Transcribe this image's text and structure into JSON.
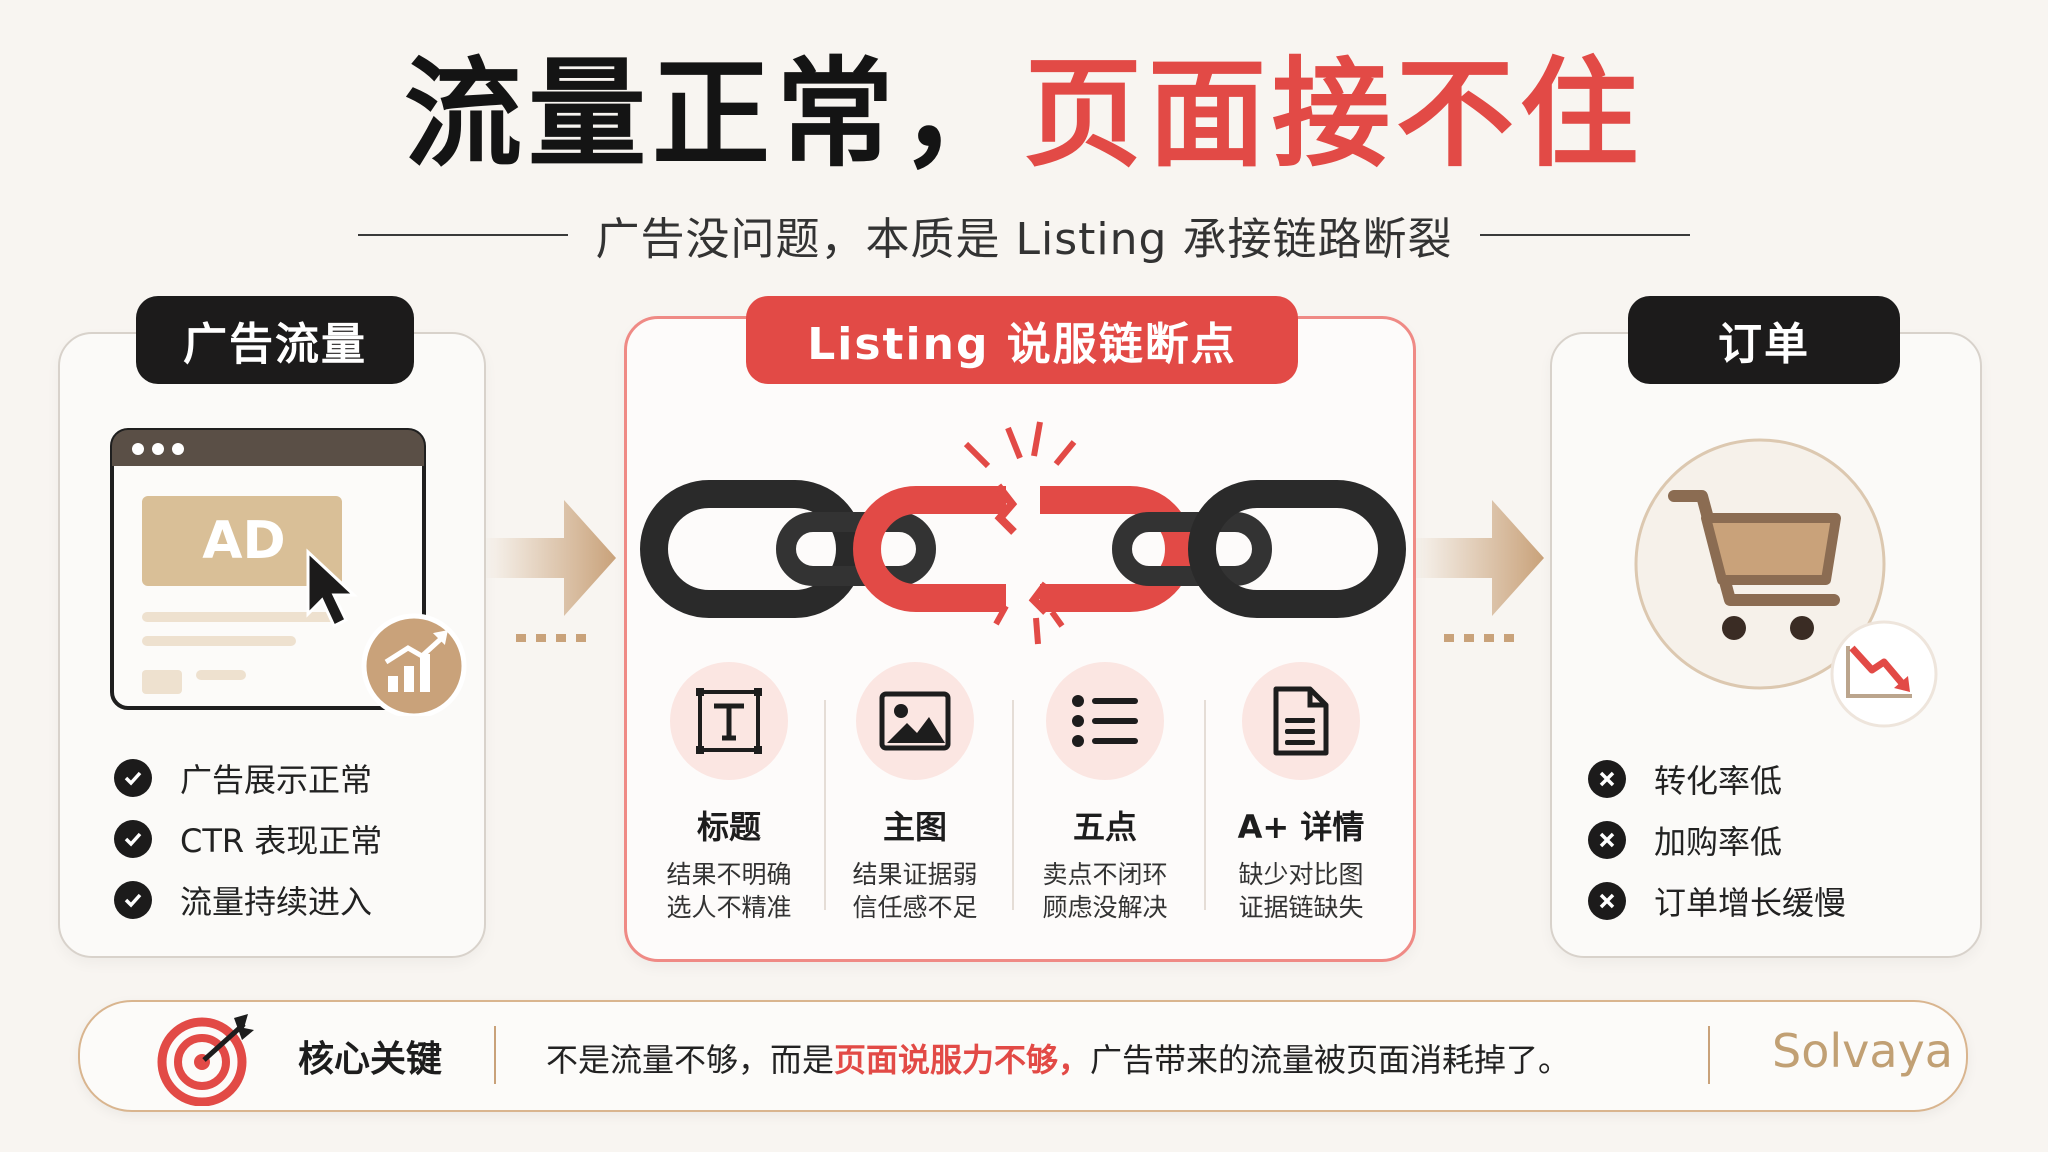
{
  "title": {
    "part1": "流量正常，",
    "part2": "页面接不住"
  },
  "subtitle": "广告没问题，本质是 Listing 承接链路断裂",
  "left_card": {
    "label": "广告流量",
    "ad_text": "AD",
    "checks": [
      "广告展示正常",
      "CTR 表现正常",
      "流量持续进入"
    ]
  },
  "mid_card": {
    "label": "Listing 说服链断点",
    "features": [
      {
        "icon": "text-title-icon",
        "name": "标题",
        "desc1": "结果不明确",
        "desc2": "选人不精准"
      },
      {
        "icon": "image-icon",
        "name": "主图",
        "desc1": "结果证据弱",
        "desc2": "信任感不足"
      },
      {
        "icon": "bullet-list-icon",
        "name": "五点",
        "desc1": "卖点不闭环",
        "desc2": "顾虑没解决"
      },
      {
        "icon": "document-icon",
        "name": "A+ 详情",
        "desc1": "缺少对比图",
        "desc2": "证据链缺失"
      }
    ]
  },
  "right_card": {
    "label": "订单",
    "issues": [
      "转化率低",
      "加购率低",
      "订单增长缓慢"
    ]
  },
  "bottom_bar": {
    "key": "核心关键",
    "text_before": "不是流量不够，而是",
    "text_highlight": "页面说服力不够，",
    "text_after": "广告带来的流量被页面消耗掉了。",
    "brand": "Solvaya"
  },
  "colors": {
    "accent_red": "#e24a46",
    "gold": "#c9a27a",
    "dark": "#1c1b1b"
  }
}
